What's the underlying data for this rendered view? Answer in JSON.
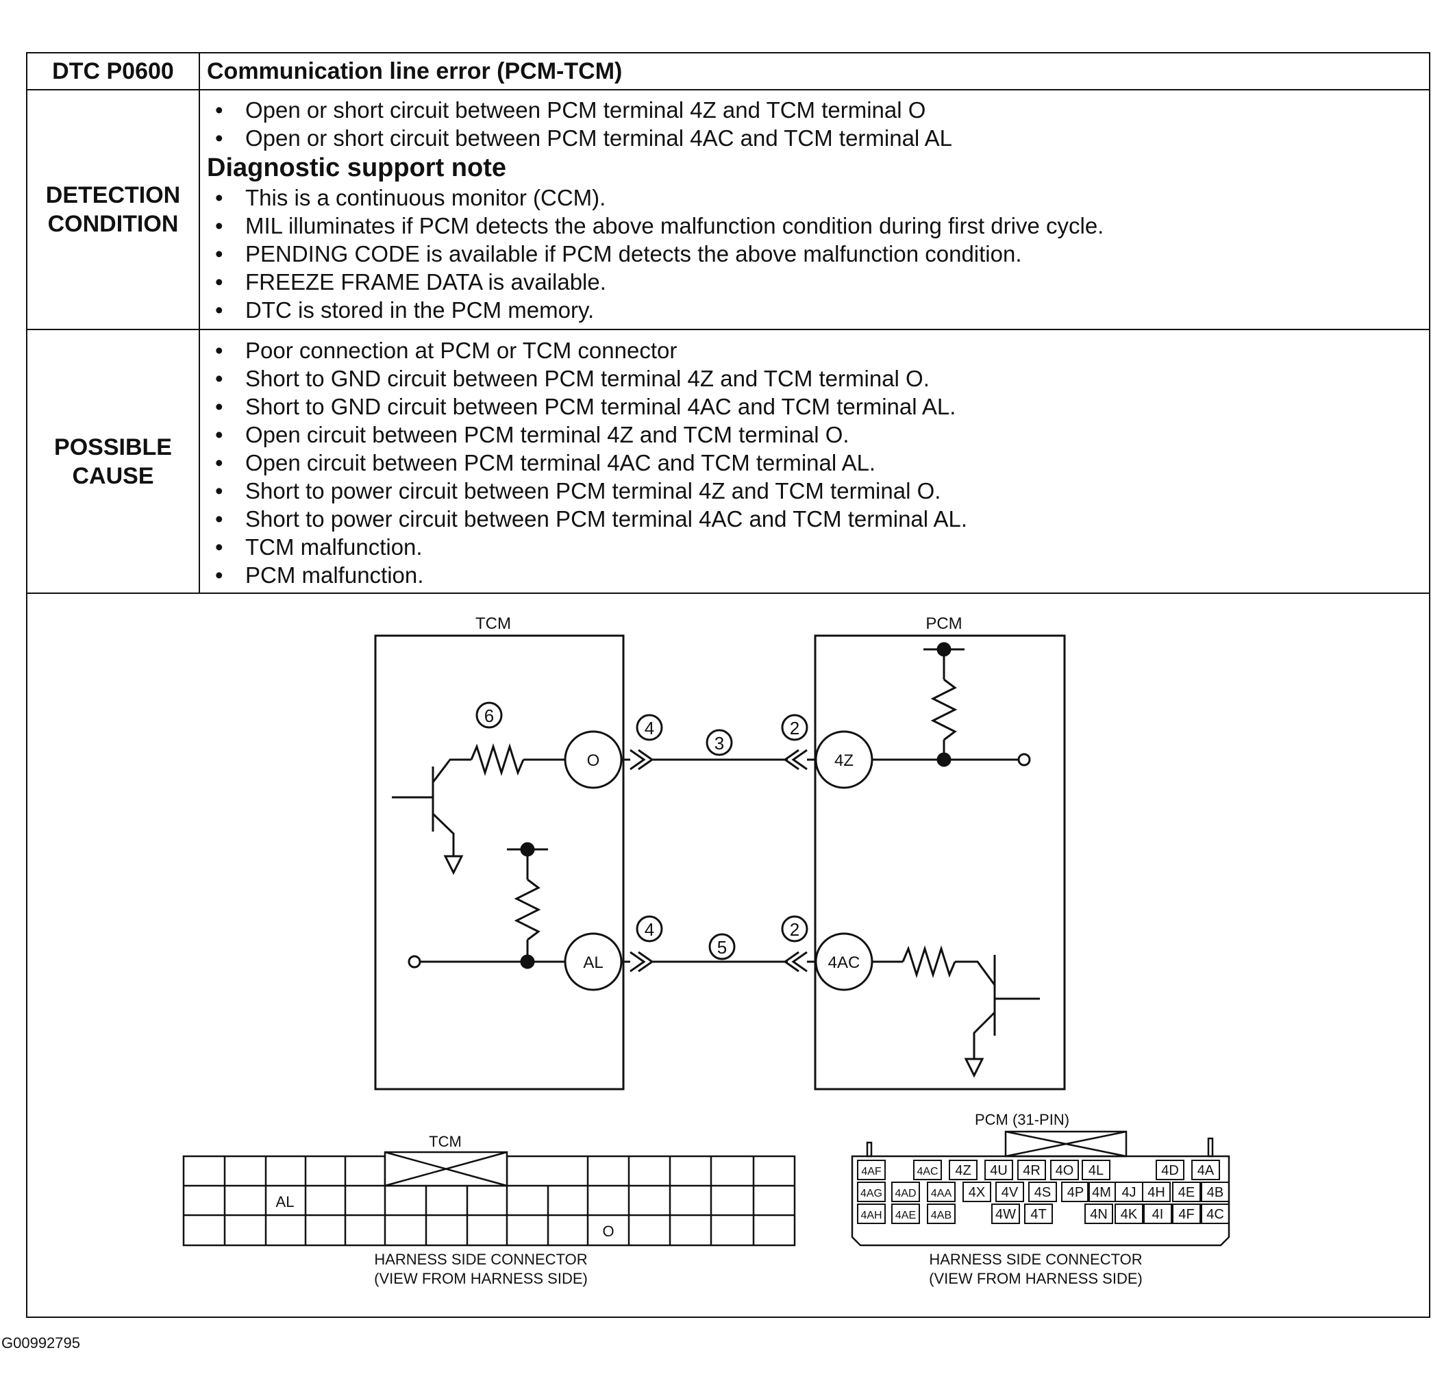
{
  "header": {
    "dtc_code": "DTC P0600",
    "dtc_title": "Communication line error (PCM-TCM)"
  },
  "detection": {
    "label_line1": "DETECTION",
    "label_line2": "CONDITION",
    "bullets_top": [
      "Open or short circuit between PCM terminal 4Z and TCM terminal O",
      "Open or short circuit between PCM terminal 4AC and TCM terminal AL"
    ],
    "note_heading": "Diagnostic support note",
    "bullets_note": [
      "This is a continuous monitor (CCM).",
      "MIL illuminates if PCM detects the above malfunction condition during first drive cycle.",
      "PENDING CODE is available if PCM detects the above malfunction condition.",
      "FREEZE FRAME DATA is available.",
      "DTC is stored in the PCM memory."
    ]
  },
  "cause": {
    "label_line1": "POSSIBLE",
    "label_line2": "CAUSE",
    "bullets": [
      "Poor connection at PCM or TCM connector",
      "Short to GND circuit between PCM terminal 4Z and TCM terminal O.",
      "Short to GND circuit between PCM terminal 4AC and TCM terminal AL.",
      "Open circuit between PCM terminal 4Z and TCM terminal O.",
      "Open circuit between PCM terminal 4AC and TCM terminal AL.",
      "Short to power circuit between PCM terminal 4Z and TCM terminal O.",
      "Short to power circuit between PCM terminal 4AC and TCM terminal AL.",
      "TCM malfunction.",
      "PCM malfunction."
    ]
  },
  "diagram": {
    "tcm_label": "TCM",
    "pcm_label": "PCM",
    "term_o": "O",
    "term_al": "AL",
    "term_4z": "4Z",
    "term_4ac": "4AC",
    "num_2": "2",
    "num_3": "3",
    "num_4": "4",
    "num_5": "5",
    "num_6": "6",
    "tcm_conn_title": "TCM",
    "tcm_conn_al": "AL",
    "tcm_conn_o": "O",
    "tcm_conn_caption1": "HARNESS SIDE CONNECTOR",
    "tcm_conn_caption2": "(VIEW FROM HARNESS SIDE)",
    "pcm_conn_title": "PCM (31-PIN)",
    "pcm_conn_caption1": "HARNESS SIDE CONNECTOR",
    "pcm_conn_caption2": "(VIEW FROM HARNESS SIDE)",
    "pcm_pins_row1": [
      "4AF",
      "4AC",
      "4Z",
      "4U",
      "4R",
      "4O",
      "4L",
      "4D",
      "4A"
    ],
    "pcm_pins_row2": [
      "4AG",
      "4AD",
      "4AA",
      "4X",
      "4V",
      "4S",
      "4P",
      "4M",
      "4J",
      "4H",
      "4E",
      "4B"
    ],
    "pcm_pins_row3": [
      "4AH",
      "4AE",
      "4AB",
      "4W",
      "4T",
      "4N",
      "4K",
      "4I",
      "4F",
      "4C"
    ]
  },
  "figure_id": "G00992795"
}
